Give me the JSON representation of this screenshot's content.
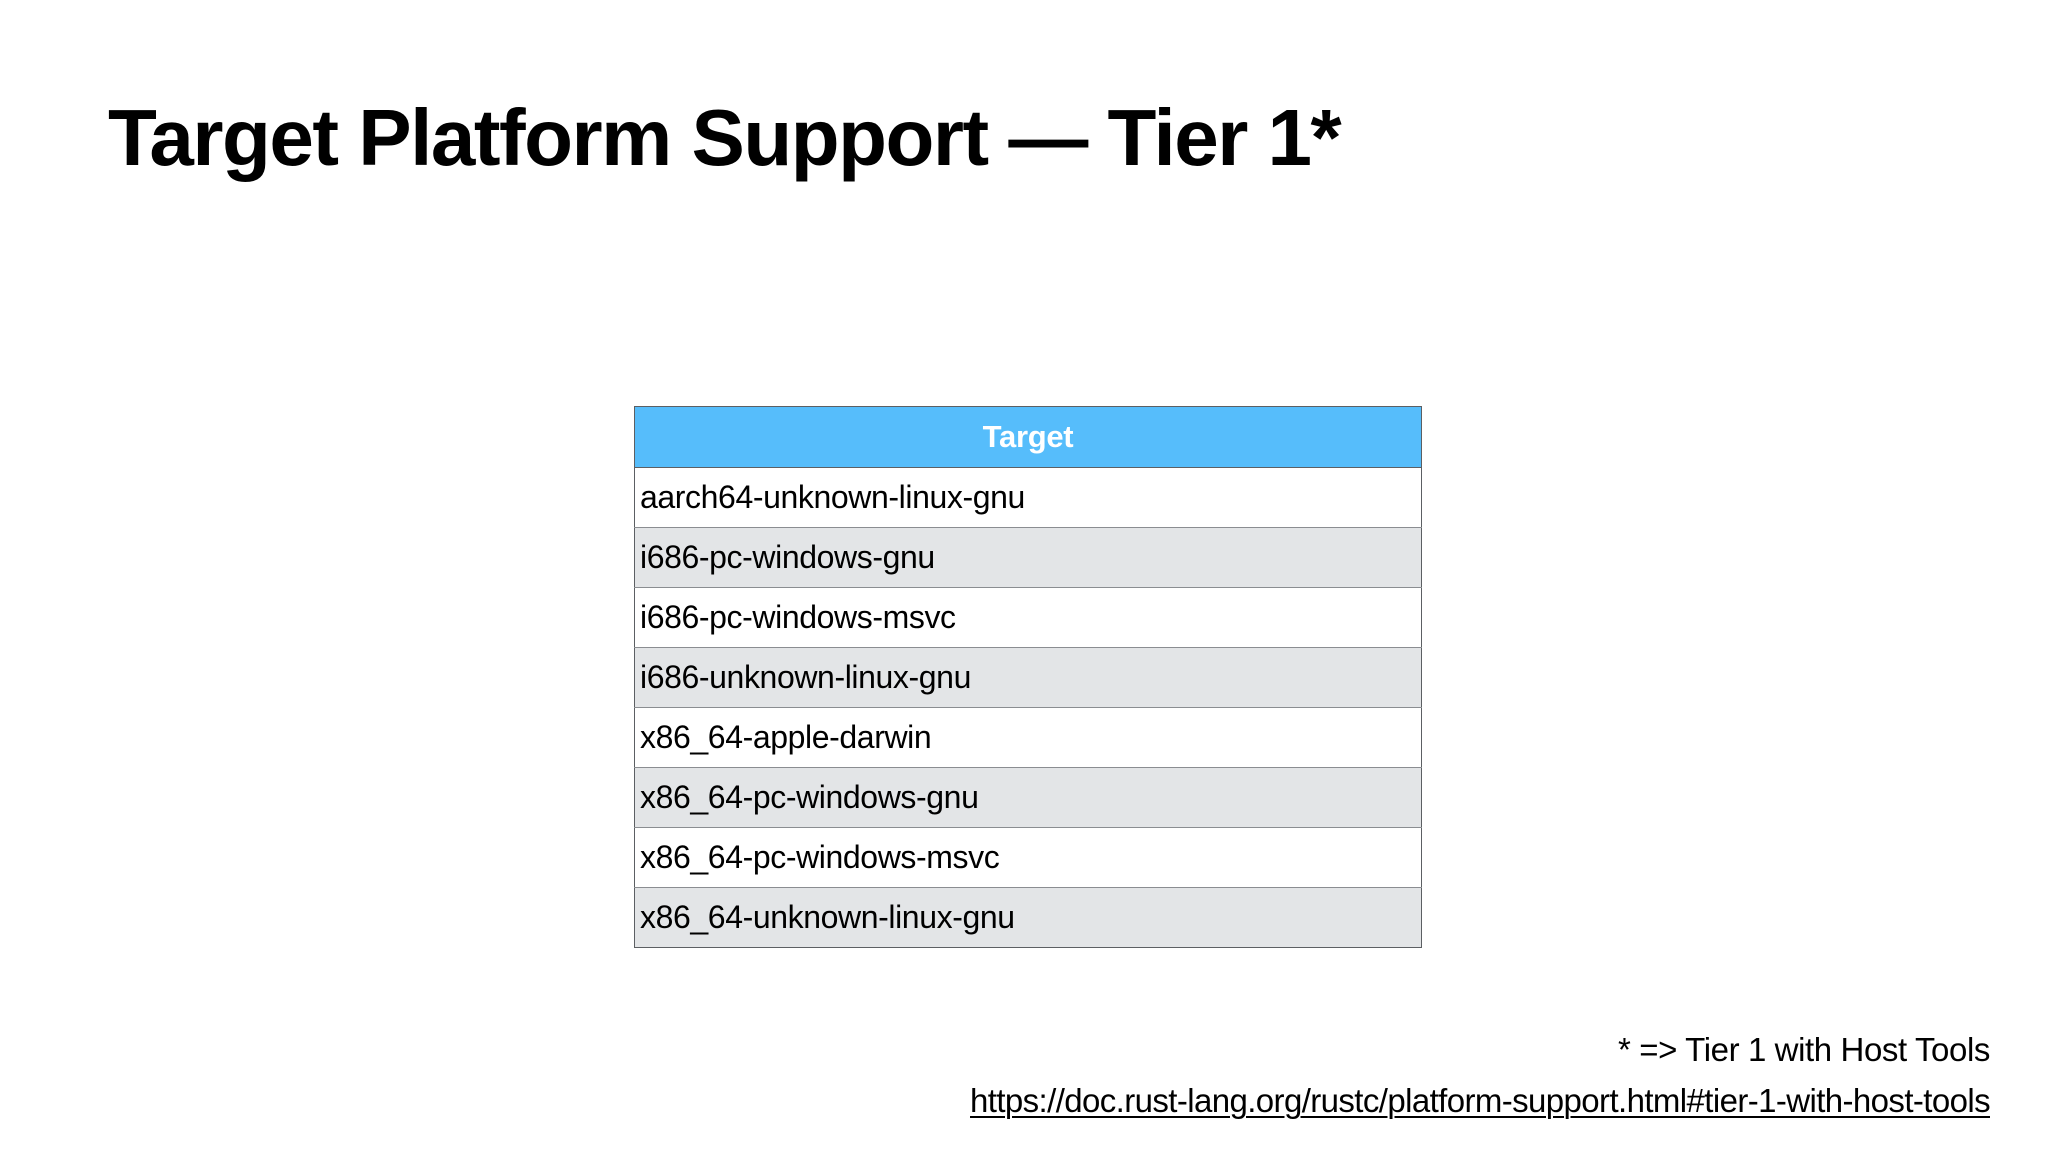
{
  "slide": {
    "title": "Target Platform Support — Tier 1*",
    "background_color": "#ffffff"
  },
  "table": {
    "header_background": "#56bdfb",
    "header_text_color": "#ffffff",
    "alt_row_background": "#e3e5e7",
    "row_background": "#ffffff",
    "border_color": "#8a8d91",
    "columns": [
      "Target"
    ],
    "rows": [
      "aarch64-unknown-linux-gnu",
      "i686-pc-windows-gnu",
      "i686-pc-windows-msvc",
      "i686-unknown-linux-gnu",
      "x86_64-apple-darwin",
      "x86_64-pc-windows-gnu",
      "x86_64-pc-windows-msvc",
      "x86_64-unknown-linux-gnu"
    ]
  },
  "footer": {
    "footnote": "* => Tier 1 with Host Tools",
    "source_url": "https://doc.rust-lang.org/rustc/platform-support.html#tier-1-with-host-tools"
  }
}
